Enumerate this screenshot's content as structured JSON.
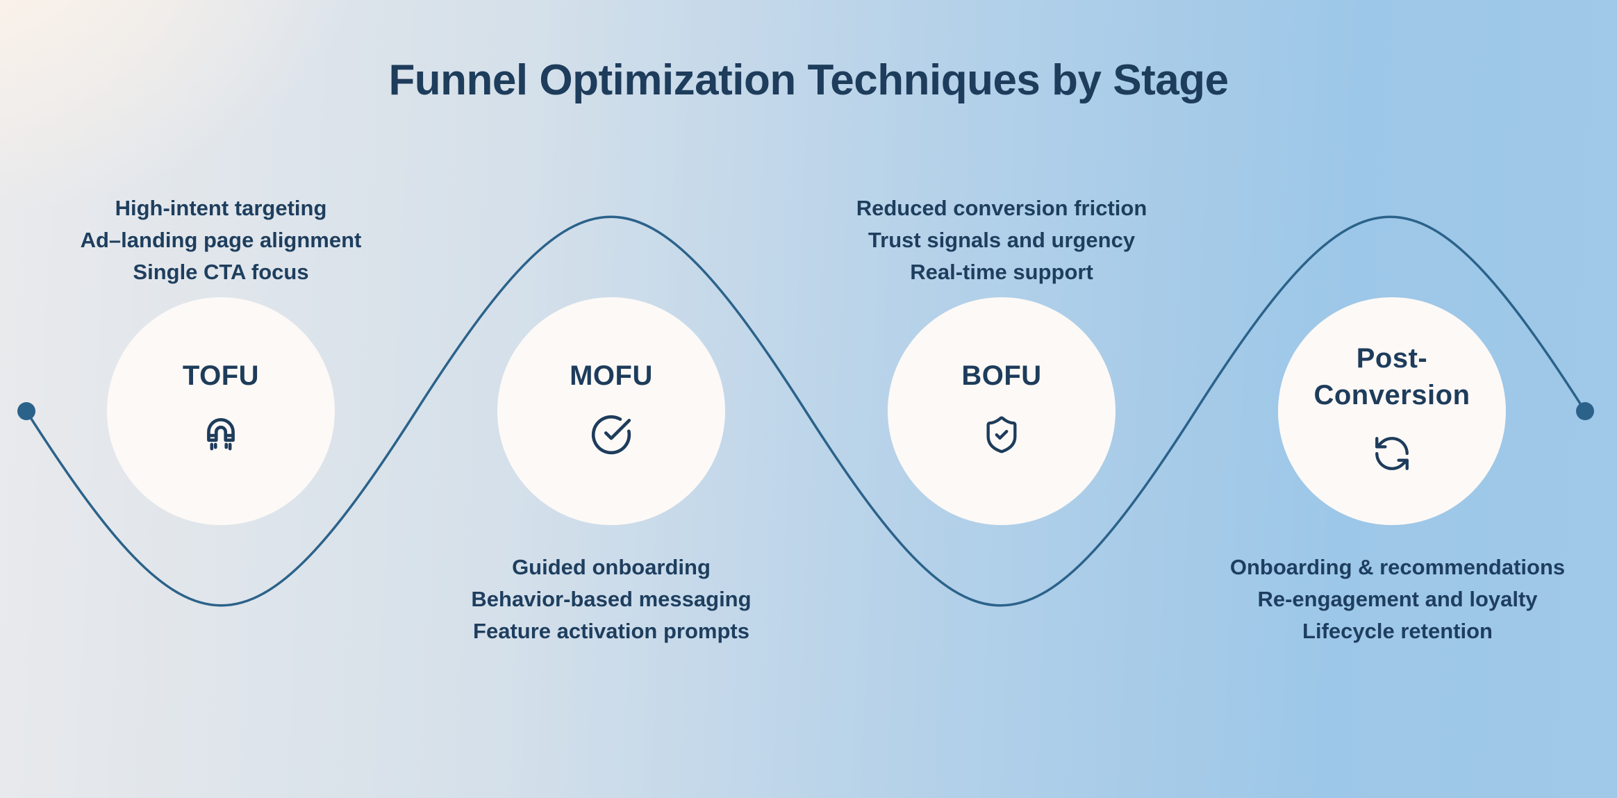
{
  "title": "Funnel Optimization Techniques by Stage",
  "stages": [
    {
      "label": "TOFU",
      "icon": "magnet-icon",
      "items": [
        "High-intent targeting",
        "Ad–landing page alignment",
        "Single CTA focus"
      ]
    },
    {
      "label": "MOFU",
      "icon": "check-circle-icon",
      "items": [
        "Guided onboarding",
        "Behavior-based messaging",
        "Feature activation prompts"
      ]
    },
    {
      "label": "BOFU",
      "icon": "shield-check-icon",
      "items": [
        "Reduced conversion friction",
        "Trust signals and urgency",
        "Real-time support"
      ]
    },
    {
      "label": "Post-Conversion",
      "icon": "refresh-cycle-icon",
      "items": [
        "Onboarding & recommendations",
        "Re-engagement and loyalty",
        "Lifecycle retention"
      ]
    }
  ],
  "colors": {
    "text_navy": "#1e3c5b",
    "flow_line": "#2b628a",
    "circle_fill": "#fdf9f6",
    "background_left": "#f9efe8",
    "background_right": "#9dc7e8"
  }
}
